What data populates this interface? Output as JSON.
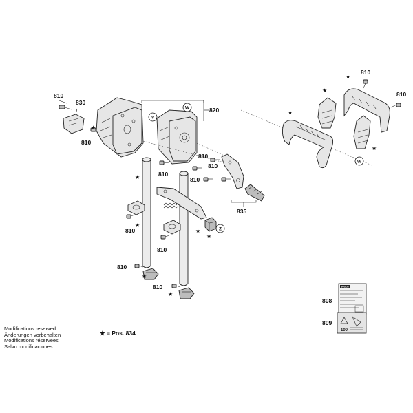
{
  "labels": {
    "p810_tl": "810",
    "p830": "830",
    "p810_l2": "810",
    "p820": "820",
    "p810_m1": "810",
    "p810_m2": "810",
    "p810_m3": "810",
    "p810_m4": "810",
    "p835": "835",
    "p810_c1": "810",
    "p810_c2": "810",
    "p810_b1": "810",
    "p810_b2": "810",
    "p810_r1": "810",
    "p810_r2": "810",
    "p808": "808",
    "p809": "809"
  },
  "markers": {
    "v": "V",
    "w": "W",
    "w2": "W",
    "z": "Z"
  },
  "star_glyph": "★",
  "footer": {
    "notes": [
      "Modifications reserved",
      "Änderungen vorbehalten",
      "Modifications réservées",
      "Salvo modificaciones"
    ],
    "legend": "★ = Pos. 834"
  },
  "plate": {
    "brand": "BOSCH",
    "warn_value": "100"
  }
}
